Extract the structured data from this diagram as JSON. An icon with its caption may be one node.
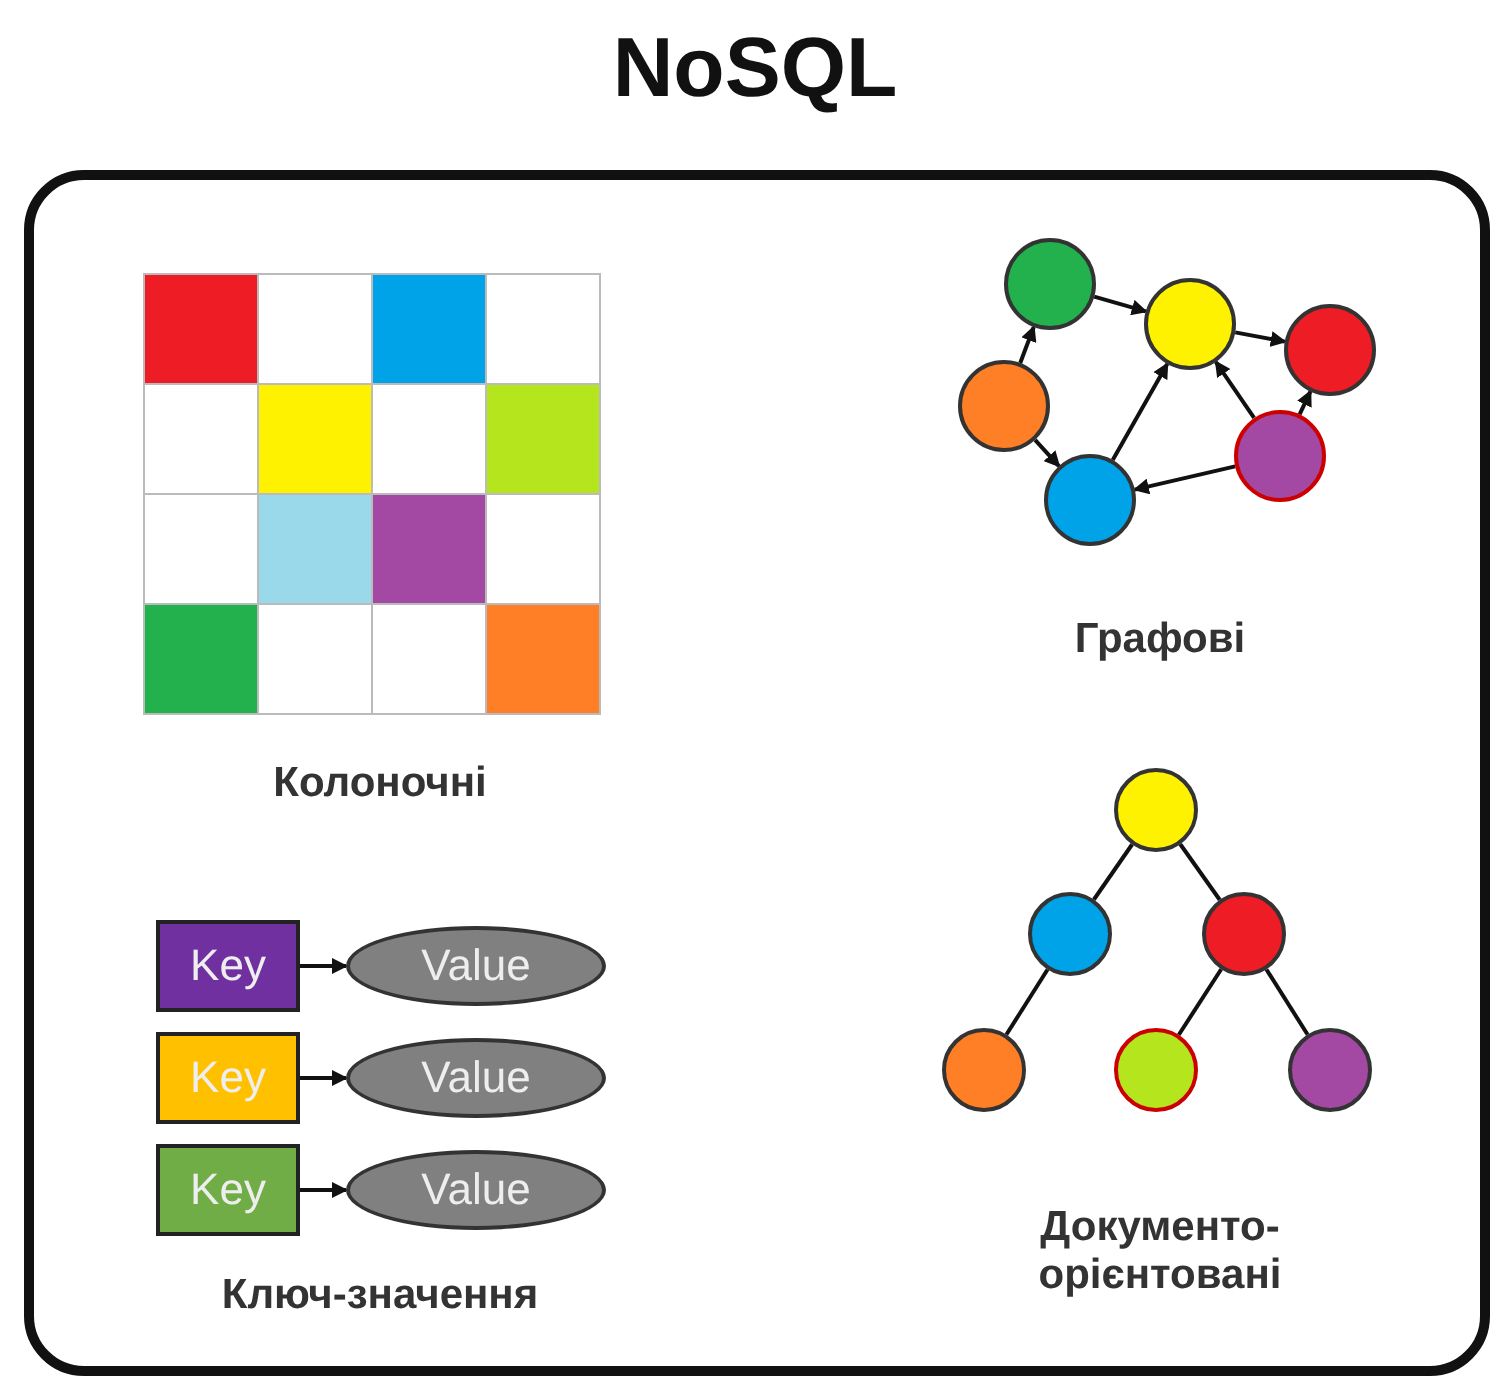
{
  "diagram": {
    "title": "NoSQL",
    "nodes": [
      {
        "text": [],
        "shape": "circle"
      },
      {
        "text": [],
        "shape": "circle"
      },
      {
        "text": [],
        "shape": "circle"
      },
      {
        "text": [],
        "shape": "circle"
      },
      {
        "text": [],
        "shape": "circle"
      },
      {
        "text": [],
        "shape": "circle"
      },
      {
        "text": [],
        "shape": "circle"
      },
      {
        "text": [],
        "shape": "circle"
      },
      {
        "text": [],
        "shape": "circle"
      },
      {
        "text": [],
        "shape": "circle"
      },
      {
        "text": [],
        "shape": "circle"
      },
      {
        "text": [],
        "shape": "circle"
      },
      {
        "text": [
          "Key"
        ]
      },
      {
        "text": [
          "Value"
        ]
      },
      {
        "text": [
          "Key"
        ]
      },
      {
        "text": [
          "Value"
        ]
      },
      {
        "text": [
          "Key"
        ]
      },
      {
        "text": [
          "Value"
        ]
      }
    ],
    "edges": [
      {
        "from": 0,
        "to": 1,
        "arrow": "to"
      },
      {
        "from": 0,
        "to": 2,
        "arrow": "to"
      },
      {
        "from": 1,
        "to": 3,
        "arrow": "to"
      },
      {
        "from": 2,
        "to": 3,
        "arrow": "to"
      },
      {
        "from": 3,
        "to": 5,
        "arrow": "to"
      },
      {
        "from": 4,
        "to": 3,
        "arrow": "to"
      },
      {
        "from": 4,
        "to": 5,
        "arrow": "to"
      },
      {
        "from": 4,
        "to": 2,
        "arrow": "to"
      },
      {
        "from": 6,
        "to": 7,
        "arrow": "none"
      },
      {
        "from": 6,
        "to": 8,
        "arrow": "none"
      },
      {
        "from": 7,
        "to": 9,
        "arrow": "none"
      },
      {
        "from": 8,
        "to": 10,
        "arrow": "none"
      },
      {
        "from": 8,
        "to": 11,
        "arrow": "none"
      },
      {
        "from": 12,
        "to": 13,
        "arrow": "to"
      },
      {
        "from": 14,
        "to": 15,
        "arrow": "to"
      },
      {
        "from": 16,
        "to": 17,
        "arrow": "to"
      }
    ],
    "labels": [
      "Колоночні",
      "Графові",
      "Ключ-значення",
      "Документо-орієнтовані"
    ]
  }
}
